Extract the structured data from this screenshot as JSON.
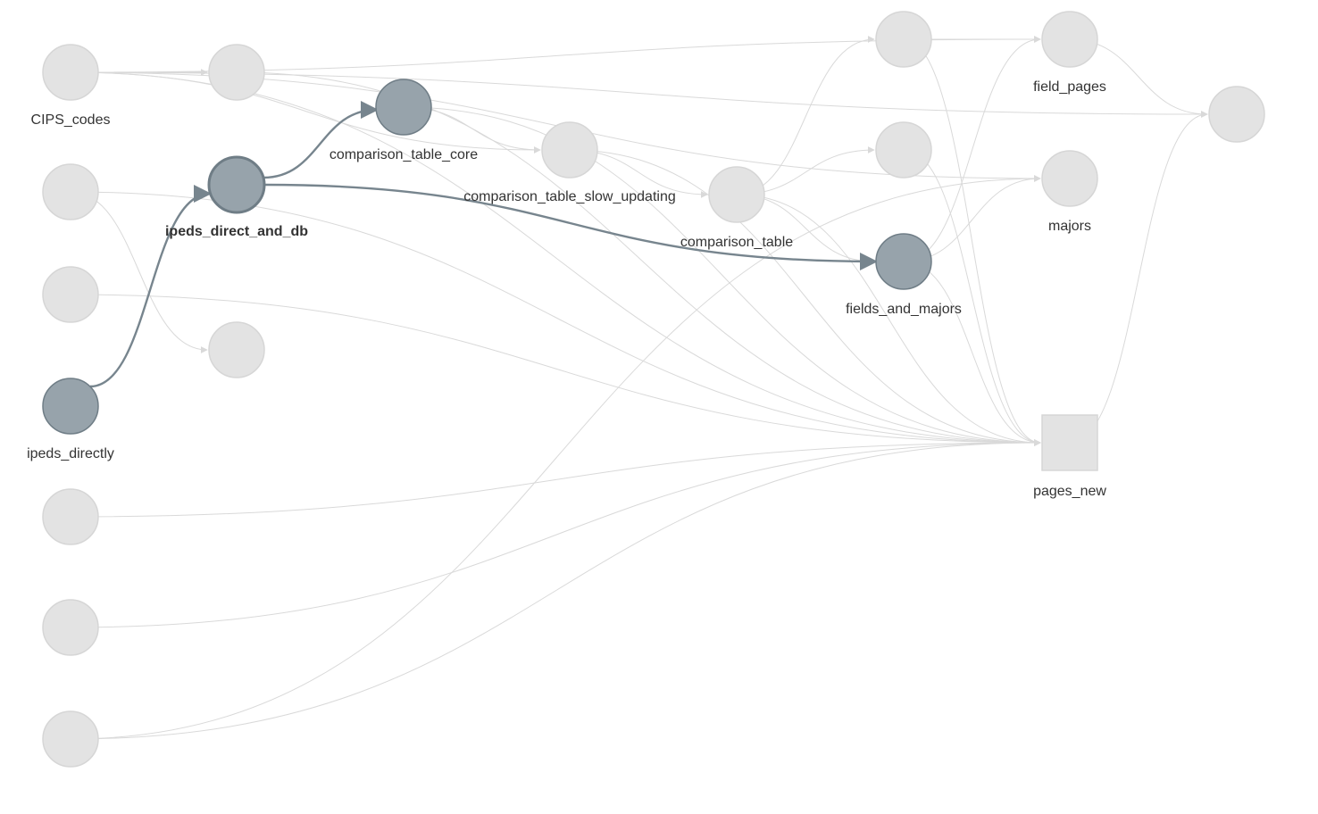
{
  "graph": {
    "colors": {
      "background": "#ffffff",
      "faded_node_fill": "#e3e3e3",
      "faded_node_stroke": "#d6d6d6",
      "faded_edge": "#d9d9d9",
      "highlight_node_fill": "#97a3ab",
      "highlight_node_stroke": "#6f7d86",
      "highlight_edge": "#77858e",
      "label_text": "#333333"
    },
    "nodes": [
      {
        "id": "cips_codes",
        "label": "CIPS_codes",
        "shape": "circle",
        "highlighted": false
      },
      {
        "id": "n_left_2",
        "label": "",
        "shape": "circle",
        "highlighted": false
      },
      {
        "id": "n_left_3",
        "label": "",
        "shape": "circle",
        "highlighted": false
      },
      {
        "id": "ipeds_directly",
        "label": "ipeds_directly",
        "shape": "circle",
        "highlighted": true
      },
      {
        "id": "n_left_5",
        "label": "",
        "shape": "circle",
        "highlighted": false
      },
      {
        "id": "n_left_6",
        "label": "",
        "shape": "circle",
        "highlighted": false
      },
      {
        "id": "n_left_7",
        "label": "",
        "shape": "circle",
        "highlighted": false
      },
      {
        "id": "n_col2_top",
        "label": "",
        "shape": "circle",
        "highlighted": false
      },
      {
        "id": "ipeds_direct_and_db",
        "label": "ipeds_direct_and_db",
        "shape": "circle",
        "highlighted": true,
        "selected": true
      },
      {
        "id": "n_col2_bottom",
        "label": "",
        "shape": "circle",
        "highlighted": false
      },
      {
        "id": "comparison_table_core",
        "label": "comparison_table_core",
        "shape": "circle",
        "highlighted": true
      },
      {
        "id": "comparison_table_slow_updating",
        "label": "comparison_table_slow_updating",
        "shape": "circle",
        "highlighted": false
      },
      {
        "id": "comparison_table",
        "label": "comparison_table",
        "shape": "circle",
        "highlighted": false
      },
      {
        "id": "n_col6_top",
        "label": "",
        "shape": "circle",
        "highlighted": false
      },
      {
        "id": "n_col6_mid",
        "label": "",
        "shape": "circle",
        "highlighted": false
      },
      {
        "id": "fields_and_majors",
        "label": "fields_and_majors",
        "shape": "circle",
        "highlighted": true
      },
      {
        "id": "field_pages",
        "label": "field_pages",
        "shape": "circle",
        "highlighted": false
      },
      {
        "id": "majors",
        "label": "majors",
        "shape": "circle",
        "highlighted": false
      },
      {
        "id": "pages_new",
        "label": "pages_new",
        "shape": "square",
        "highlighted": false
      },
      {
        "id": "n_far_right",
        "label": "",
        "shape": "circle",
        "highlighted": false
      }
    ],
    "edges": [
      {
        "from": "cips_codes",
        "to": "n_col2_top",
        "highlighted": false
      },
      {
        "from": "cips_codes",
        "to": "comparison_table_slow_updating",
        "highlighted": false
      },
      {
        "from": "cips_codes",
        "to": "field_pages",
        "highlighted": false
      },
      {
        "from": "cips_codes",
        "to": "n_far_right",
        "highlighted": false
      },
      {
        "from": "cips_codes",
        "to": "majors",
        "highlighted": false
      },
      {
        "from": "cips_codes",
        "to": "pages_new",
        "highlighted": false
      },
      {
        "from": "n_col2_top",
        "to": "pages_new",
        "highlighted": false
      },
      {
        "from": "n_left_2",
        "to": "n_col2_bottom",
        "highlighted": false
      },
      {
        "from": "n_left_2",
        "to": "pages_new",
        "highlighted": false
      },
      {
        "from": "n_left_3",
        "to": "pages_new",
        "highlighted": false
      },
      {
        "from": "ipeds_directly",
        "to": "ipeds_direct_and_db",
        "highlighted": true
      },
      {
        "from": "ipeds_direct_and_db",
        "to": "comparison_table_core",
        "highlighted": true
      },
      {
        "from": "ipeds_direct_and_db",
        "to": "fields_and_majors",
        "highlighted": true
      },
      {
        "from": "comparison_table_core",
        "to": "comparison_table_slow_updating",
        "highlighted": false
      },
      {
        "from": "comparison_table_core",
        "to": "pages_new",
        "highlighted": false
      },
      {
        "from": "comparison_table_slow_updating",
        "to": "comparison_table",
        "highlighted": false
      },
      {
        "from": "comparison_table_slow_updating",
        "to": "pages_new",
        "highlighted": false
      },
      {
        "from": "comparison_table",
        "to": "n_col6_top",
        "highlighted": false
      },
      {
        "from": "comparison_table",
        "to": "n_col6_mid",
        "highlighted": false
      },
      {
        "from": "comparison_table",
        "to": "fields_and_majors",
        "highlighted": false
      },
      {
        "from": "comparison_table",
        "to": "pages_new",
        "highlighted": false
      },
      {
        "from": "n_col6_top",
        "to": "field_pages",
        "highlighted": false
      },
      {
        "from": "n_col6_top",
        "to": "pages_new",
        "highlighted": false
      },
      {
        "from": "n_col6_mid",
        "to": "pages_new",
        "highlighted": false
      },
      {
        "from": "fields_and_majors",
        "to": "field_pages",
        "highlighted": false
      },
      {
        "from": "fields_and_majors",
        "to": "majors",
        "highlighted": false
      },
      {
        "from": "fields_and_majors",
        "to": "pages_new",
        "highlighted": false
      },
      {
        "from": "field_pages",
        "to": "n_far_right",
        "highlighted": false
      },
      {
        "from": "pages_new",
        "to": "n_far_right",
        "highlighted": false
      },
      {
        "from": "n_left_5",
        "to": "pages_new",
        "highlighted": false
      },
      {
        "from": "n_left_6",
        "to": "pages_new",
        "highlighted": false
      },
      {
        "from": "n_left_7",
        "to": "pages_new",
        "highlighted": false
      },
      {
        "from": "n_left_7",
        "to": "majors",
        "highlighted": false
      }
    ]
  }
}
